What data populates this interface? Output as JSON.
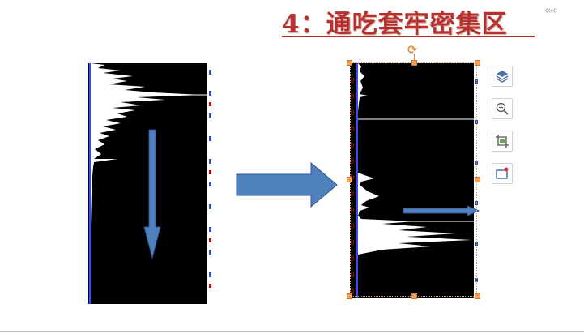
{
  "title": "4：通吃套牢密集区",
  "colors": {
    "title": "#b8312f",
    "arrow": "#4f81bd",
    "arrow_stroke": "#2f5597",
    "chart_bg": "#000000",
    "selection_handle": "#f0a060",
    "axis_red": "#c00000"
  },
  "icons": {
    "rotate": "rotate-handle-icon",
    "layers": "layout-options-icon",
    "zoom": "zoom-in-icon",
    "crop": "crop-icon",
    "frame": "picture-frame-icon",
    "decoration": "chevron-decoration-icon"
  },
  "right_axis_labels": [
    "0",
    "0",
    "0",
    "0",
    "0",
    "0",
    "0",
    "0",
    "0",
    "0",
    "0",
    "0",
    "0",
    "0"
  ]
}
